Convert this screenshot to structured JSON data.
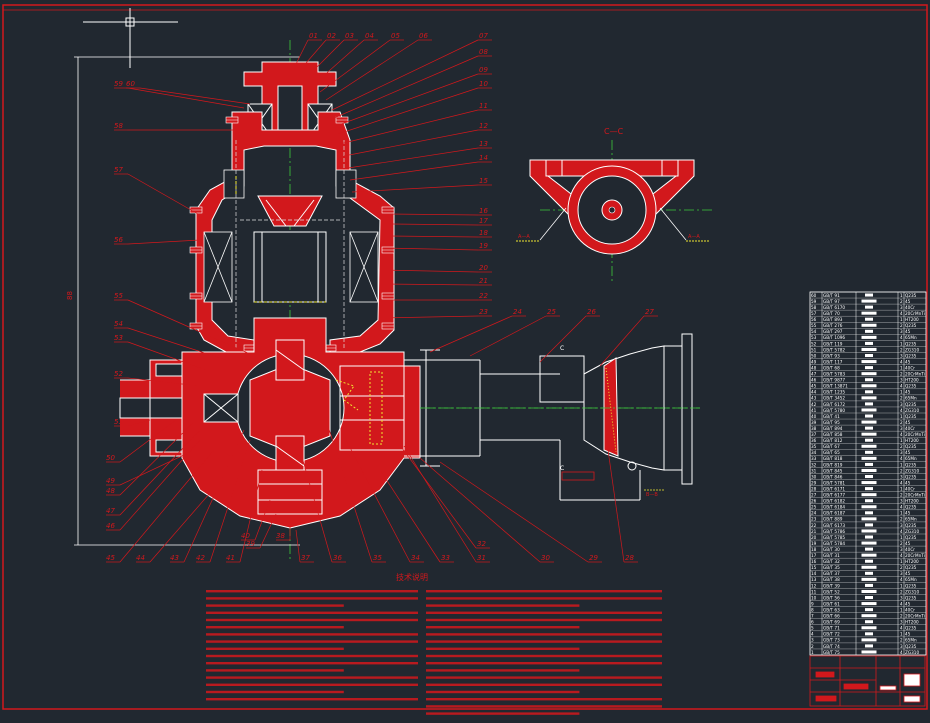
{
  "drawing": {
    "background": "#212830",
    "colors": {
      "outline": "#ffffff",
      "red": "#d2181c",
      "centerline": "#3cc83c",
      "yellow": "#f0e632",
      "dashed": "#e0e0e0"
    },
    "section_label": "C—C",
    "section_marks": [
      "A—A",
      "A—A",
      "B—B",
      "C",
      "C"
    ],
    "tech_title": "技术说明",
    "dimension_text": "88",
    "callouts_top": [
      "01",
      "02",
      "03",
      "04",
      "05",
      "06",
      "07",
      "08",
      "09",
      "10",
      "11",
      "12",
      "13",
      "14",
      "15"
    ],
    "callouts_right": [
      "16",
      "17",
      "18",
      "19",
      "20",
      "21",
      "22",
      "23",
      "24",
      "25",
      "26",
      "27"
    ],
    "callouts_bottom": [
      "28",
      "29",
      "30",
      "31",
      "32",
      "33",
      "34",
      "35",
      "36",
      "37",
      "38",
      "39",
      "40",
      "41",
      "42",
      "43",
      "44",
      "45",
      "46",
      "47",
      "48",
      "49",
      "50"
    ],
    "callouts_left": [
      "51",
      "52",
      "53",
      "54",
      "55",
      "56",
      "57",
      "58",
      "59",
      "60"
    ],
    "bom_rows": [
      "GB/T 91",
      "GB/T 97",
      "GB/T 6170",
      "GB/T 70",
      "GB/T 893",
      "GB/T 276",
      "GB/T 297",
      "GB/T 1096",
      "GB/T 119",
      "GB/T 5782",
      "GB/T 93",
      "GB/T 117",
      "GB/T 68",
      "GB/T 5783",
      "GB/T 9877",
      "GB/T 13871",
      "GB/T 1235",
      "GB/T 3452",
      "GB/T 6172",
      "GB/T 5780",
      "GB/T 41",
      "GB/T 95",
      "GB/T 894",
      "GB/T 858",
      "GB/T 812",
      "GB/T 67",
      "GB/T 65",
      "GB/T 818",
      "GB/T 819",
      "GB/T 845",
      "GB/T 846",
      "GB/T 5781",
      "GB/T 6171",
      "GB/T 6177",
      "GB/T 6182",
      "GB/T 6184",
      "GB/T 6187",
      "GB/T 889",
      "GB/T 6173",
      "GB/T 5786",
      "GB/T 5785",
      "GB/T 5784",
      "GB/T 30",
      "GB/T 31",
      "GB/T 32",
      "GB/T 35",
      "GB/T 37",
      "GB/T 38",
      "GB/T 39",
      "GB/T 52",
      "GB/T 56",
      "GB/T 61",
      "GB/T 63",
      "GB/T 66",
      "GB/T 69",
      "GB/T 71",
      "GB/T 72",
      "GB/T 73",
      "GB/T 74",
      "GB/T 75"
    ],
    "bom_materials": [
      "Q235",
      "45",
      "40Cr",
      "20CrMnTi",
      "HT200",
      "Q235",
      "45",
      "65Mn",
      "Q235",
      "ZG310"
    ]
  }
}
